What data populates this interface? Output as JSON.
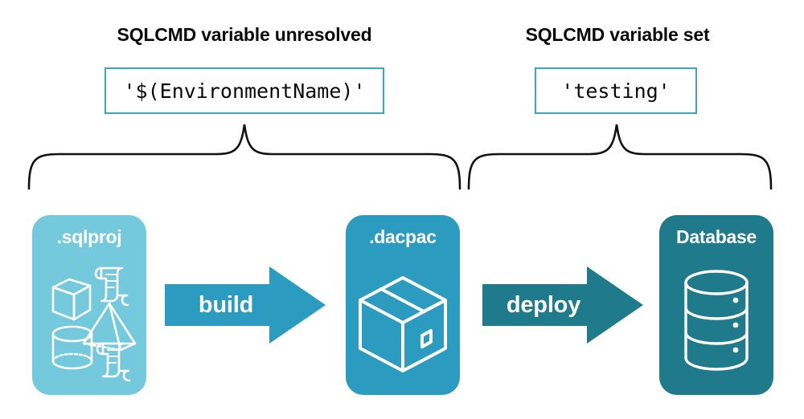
{
  "diagram": {
    "title_left": "SQLCMD variable unresolved",
    "title_right": "SQLCMD variable set",
    "code_left": "'$(EnvironmentName)'",
    "code_right": "'testing'",
    "stages": [
      {
        "id": "sqlproj",
        "label": ".sqlproj",
        "color": "#74c9dd",
        "icons": [
          "cube-icon",
          "scroll-icon",
          "pyramid-icon",
          "cylinder-icon",
          "scroll-icon"
        ]
      },
      {
        "id": "dacpac",
        "label": ".dacpac",
        "color": "#2b9cbf",
        "icons": [
          "package-box-icon"
        ]
      },
      {
        "id": "database",
        "label": "Database",
        "color": "#1f7a8c",
        "icons": [
          "database-cylinder-icon"
        ]
      }
    ],
    "arrows": [
      {
        "id": "build",
        "label": "build",
        "color": "#2b9cbf"
      },
      {
        "id": "deploy",
        "label": "deploy",
        "color": "#1f7a8c"
      }
    ],
    "braces": [
      {
        "id": "brace-left",
        "spans": ".sqlproj → .dacpac"
      },
      {
        "id": "brace-right",
        "spans": ".dacpac → Database"
      }
    ],
    "colors": {
      "light_blue": "#74c9dd",
      "mid_teal": "#2b9cbf",
      "dark_teal": "#1f7a8c",
      "code_border": "#3da5c4",
      "text": "#0a0a0a",
      "background": "#ffffff"
    }
  }
}
